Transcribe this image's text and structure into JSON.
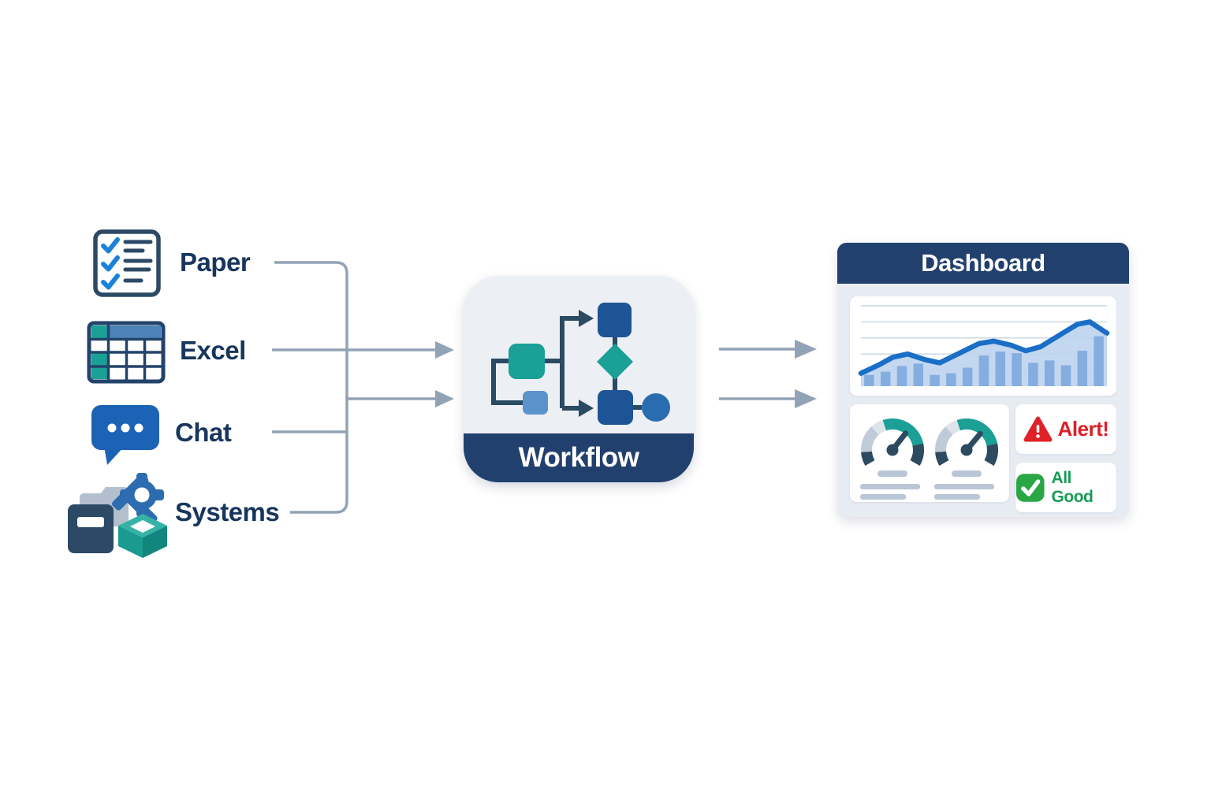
{
  "colors": {
    "navy": "#21406e",
    "label_text": "#17365d",
    "teal": "#1aa096",
    "flow_dark_blue": "#1d5496",
    "flow_light_blue": "#5b93cc",
    "flow_circle_blue": "#2a6cb0",
    "flow_line": "#2b4a63",
    "chat_blue": "#1d63b5",
    "connector_gray": "#93a3b6",
    "panel_bg": "#e7ebf2",
    "workflow_bg": "#eceff4",
    "chart_line": "#1a6ec6",
    "chart_bar": "#7aa6dc",
    "chart_area": "#bdd3ee",
    "chart_grid": "#c9d4e2",
    "gauge_dark": "#2c4a60",
    "gauge_light": "#bfcbd8",
    "gauge_lighter": "#dde3ea",
    "gauge_teal": "#1aa096",
    "muted_bar": "#b9c6d6",
    "alert_red": "#dc1f28",
    "good_green": "#2aa745",
    "good_text": "#189a56"
  },
  "sources": {
    "items": [
      {
        "label": "Paper",
        "icon": "checklist-icon"
      },
      {
        "label": "Excel",
        "icon": "spreadsheet-icon"
      },
      {
        "label": "Chat",
        "icon": "chat-bubble-icon"
      },
      {
        "label": "Systems",
        "icon": "systems-icon"
      }
    ]
  },
  "workflow": {
    "label": "Workflow",
    "icon": "flowchart-icon"
  },
  "dashboard": {
    "title": "Dashboard",
    "alert": {
      "label": "Alert!",
      "icon": "warning-triangle-icon"
    },
    "all_good": {
      "label": "All Good",
      "icon": "check-badge-icon"
    },
    "gauges": [
      {
        "needle_deg": 52
      },
      {
        "needle_deg": 50
      }
    ]
  },
  "chart_data": {
    "type": "line+bar",
    "title": "",
    "xlabel": "",
    "ylabel": "",
    "grid": true,
    "gridline_count": 5,
    "ylim": [
      0,
      100
    ],
    "bar_values": [
      14,
      18,
      25,
      28,
      14,
      16,
      23,
      38,
      43,
      41,
      29,
      32,
      26,
      44,
      62
    ],
    "line_points": [
      [
        0,
        16
      ],
      [
        7,
        26
      ],
      [
        13,
        36
      ],
      [
        19,
        40
      ],
      [
        26,
        33
      ],
      [
        32,
        29
      ],
      [
        40,
        41
      ],
      [
        48,
        53
      ],
      [
        54,
        56
      ],
      [
        61,
        51
      ],
      [
        67,
        44
      ],
      [
        73,
        49
      ],
      [
        81,
        64
      ],
      [
        88,
        77
      ],
      [
        93,
        80
      ],
      [
        100,
        66
      ]
    ]
  }
}
